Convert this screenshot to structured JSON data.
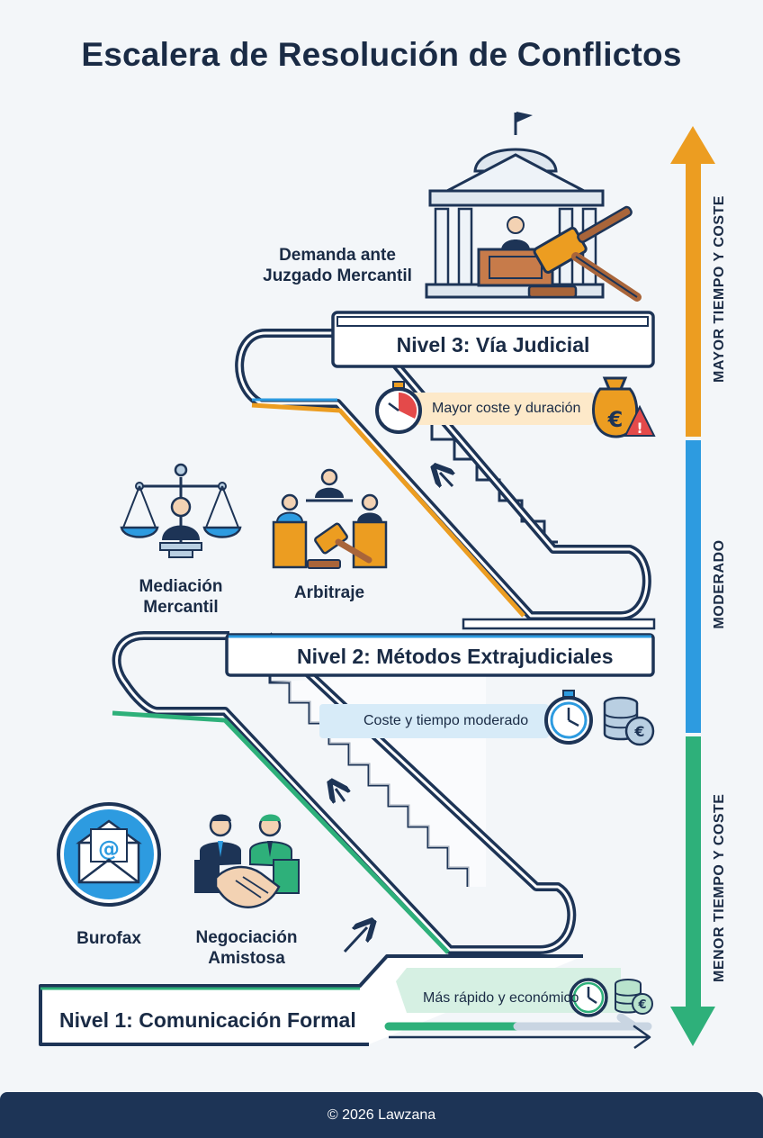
{
  "title": "Escalera de Resolución de Conflictos",
  "levels": {
    "level3": {
      "label": "Nivel 3: Vía Judicial",
      "note": "Mayor coste y duración",
      "options": [
        "Demanda ante\nJuzgado Mercantil"
      ]
    },
    "level2": {
      "label": "Nivel 2: Métodos Extrajudiciales",
      "note": "Coste y tiempo moderado",
      "options": [
        "Mediación\nMercantil",
        "Arbitraje"
      ]
    },
    "level1": {
      "label": "Nivel 1: Comunicación Formal",
      "note": "Más rápido y económico",
      "options": [
        "Burofax",
        "Negociación\nAmistosa"
      ]
    }
  },
  "scale": {
    "top": "MAYOR TIEMPO Y COSTE",
    "middle": "MODERADO",
    "bottom": "MENOR TIEMPO Y COSTE"
  },
  "colors": {
    "navy": "#1d3456",
    "orange": "#ec9d21",
    "blue": "#2d9be0",
    "green": "#2eb07a"
  },
  "footer": "© 2026 Lawzana"
}
